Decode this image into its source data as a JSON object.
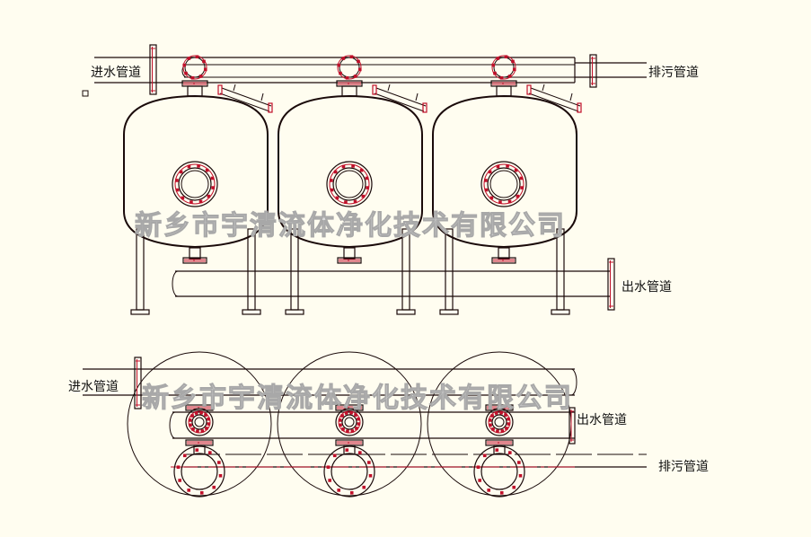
{
  "front_view": {
    "inlet_label": "进水管道",
    "drain_label": "排污管道",
    "outlet_label": "出水管道"
  },
  "plan_view": {
    "inlet_label": "进水管道",
    "outlet_label": "出水管道",
    "drain_label": "排污管道"
  },
  "watermark": "新乡市宇清流体净化技术有限公司",
  "tank_count": 3,
  "colors": {
    "line": "#1a0a0a",
    "flange": "#c0102a",
    "background": "#fffdf0"
  }
}
